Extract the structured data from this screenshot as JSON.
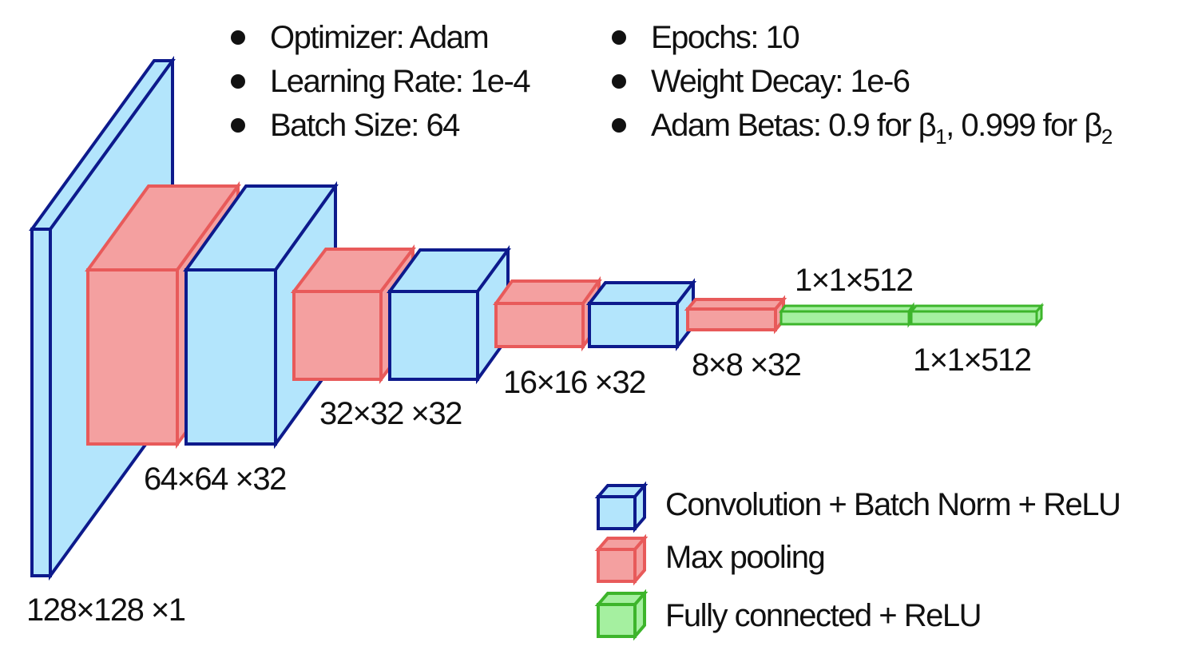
{
  "hyperparams": {
    "left": [
      {
        "text": "Optimizer: Adam"
      },
      {
        "text": "Learning Rate: 1e-4"
      },
      {
        "text": "Batch Size: 64"
      }
    ],
    "right": [
      {
        "text": "Epochs: 10"
      },
      {
        "text": "Weight Decay: 1e-6"
      },
      {
        "text": "Adam Betas: 0.9 for β",
        "sub1": "1",
        "mid": ", 0.999 for β",
        "sub2": "2"
      }
    ]
  },
  "dimension_labels": {
    "input": "128×128 ×1",
    "block1": "64×64 ×32",
    "block2": "32×32 ×32",
    "block3": "16×16 ×32",
    "block4": "8×8 ×32",
    "fc1": "1×1×512",
    "fc2": "1×1×512"
  },
  "legend": [
    {
      "label": "Convolution + Batch Norm + ReLU",
      "color": "#b3e5fc",
      "stroke": "#0d1a8c"
    },
    {
      "label": "Max pooling",
      "color": "#f4a0a0",
      "stroke": "#e85a5a"
    },
    {
      "label": "Fully connected + ReLU",
      "color": "#a5f0a0",
      "stroke": "#3db52b"
    }
  ],
  "colors": {
    "conv_fill": "#b3e5fc",
    "conv_stroke": "#0d1a8c",
    "pool_fill": "#f4a0a0",
    "pool_stroke": "#e85a5a",
    "fc_fill": "#a5f0a0",
    "fc_stroke": "#3db52b"
  }
}
